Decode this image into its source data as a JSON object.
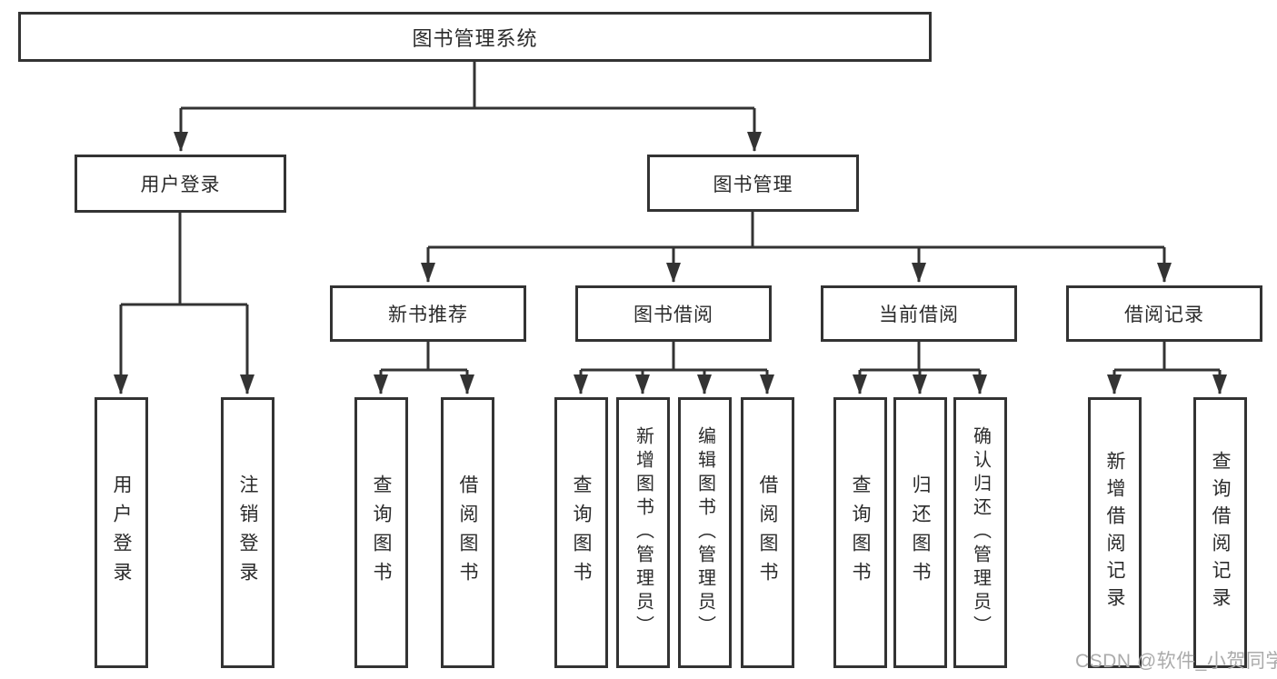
{
  "tree": {
    "root": "图书管理系统",
    "branches": [
      {
        "label": "用户登录",
        "children": [
          "用户登录",
          "注销登录"
        ]
      },
      {
        "label": "图书管理",
        "sections": [
          {
            "label": "新书推荐",
            "children": [
              "查询图书",
              "借阅图书"
            ]
          },
          {
            "label": "图书借阅",
            "children": [
              "查询图书",
              "新增图书（管理员）",
              "编辑图书（管理员）",
              "借阅图书"
            ]
          },
          {
            "label": "当前借阅",
            "children": [
              "查询图书",
              "归还图书",
              "确认归还（管理员）"
            ]
          },
          {
            "label": "借阅记录",
            "children": [
              "新增借阅记录",
              "查询借阅记录"
            ]
          }
        ]
      }
    ]
  },
  "watermark": {
    "text": "CSDN @软件_小贺同学"
  },
  "colors": {
    "line": "#333333",
    "text": "#2b2b2b",
    "watermark": "#ababab",
    "background": "#ffffff"
  }
}
